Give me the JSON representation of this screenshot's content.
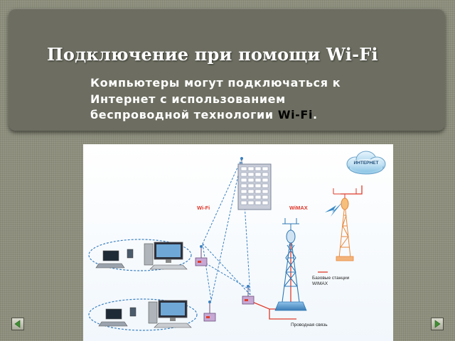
{
  "slide": {
    "title": "Подключение при помощи Wi-Fi",
    "body_prefix": "Компьютеры   могут подключаться    к Интернет с использованием беспроводной технологии ",
    "body_keyword": "Wi-Fi",
    "body_suffix": "."
  },
  "diagram": {
    "internet_label": "ИНТЕРНЕТ",
    "wifi_label": "Wi-Fi",
    "wimax_label": "WiMAX",
    "base_station_label_line1": "Базовые станции",
    "base_station_label_line2": "WIMAX",
    "wired_label": "Проводная связь"
  },
  "colors": {
    "wifi_label": "#e0382b",
    "wimax_label": "#e0382b",
    "wireless_link": "#3a7fc0",
    "wired_link": "#e03b2b",
    "tower_main": "#3a8ac6",
    "tower_orange": "#e8883a",
    "building": "#c7ccd8",
    "panel_bg": "#6d6e61",
    "slide_bg": "#8d8e7c",
    "nav_arrow": "#3f8f34"
  },
  "nav": {
    "prev_icon": "triangle-left-icon",
    "next_icon": "triangle-right-icon"
  }
}
